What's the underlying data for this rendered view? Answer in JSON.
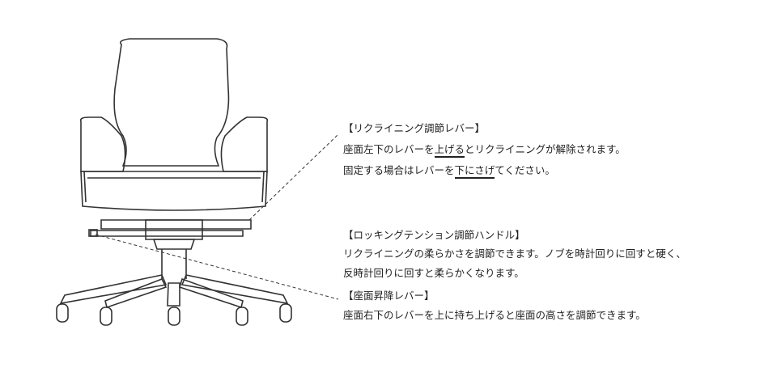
{
  "reclining": {
    "title": "【リクライニング調節レバー】",
    "line1_pre": "座面左下のレバーを",
    "line1_em": "上げる",
    "line1_post": "とリクライニングが解除されます。",
    "line2_pre": "固定する場合はレバーを",
    "line2_em": "下にさげ",
    "line2_post": "てください。"
  },
  "rocking": {
    "title": "【ロッキングテンション調節ハンドル】",
    "line1": "リクライニングの柔らかさを調節できます。ノブを時計回りに回すと硬く、",
    "line2": "反時計回りに回すと柔らかくなります。"
  },
  "lift": {
    "title": "【座面昇降レバー】",
    "line1": "座面右下のレバーを上に持ち上げると座面の高さを調節できます。"
  }
}
